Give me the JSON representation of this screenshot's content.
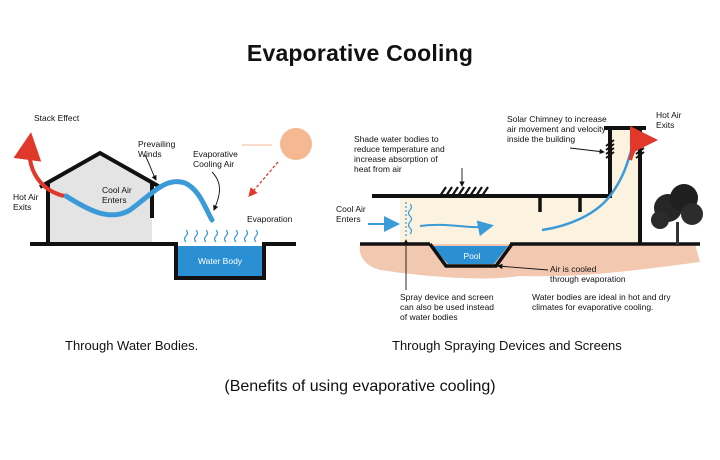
{
  "title": "Evaporative Cooling",
  "left": {
    "stack_effect": "Stack Effect",
    "hot_air_exits": [
      "Hot Air",
      "Exits"
    ],
    "cool_air_enters": [
      "Cool Air",
      "Enters"
    ],
    "prevailing_winds": [
      "Prevailing",
      "Winds"
    ],
    "evaporative_cooling_air": [
      "Evaporative",
      "Cooling Air"
    ],
    "evaporation": "Evaporation",
    "water_body": "Water Body",
    "caption": "Through Water Bodies."
  },
  "right": {
    "shade_note": [
      "Shade water bodies to",
      "reduce temperature and",
      "increase absorption of",
      "heat from air"
    ],
    "solar_chimney": [
      "Solar Chimney to increase",
      "air movement and velocity",
      "inside the building"
    ],
    "hot_air_exits": [
      "Hot Air",
      "Exits"
    ],
    "cool_air_enters": [
      "Cool Air",
      "Enters"
    ],
    "pool": "Pool",
    "air_cooled": [
      "Air is cooled",
      "through evaporation"
    ],
    "spray_note": [
      "Spray device and screen",
      "can also be used instead",
      "of water bodies"
    ],
    "water_bodies_note": [
      "Water bodies are ideal in hot and dry",
      "climates for evaporative cooling."
    ],
    "caption": "Through Spraying Devices and Screens"
  },
  "subtitle": "(Benefits of using evaporative cooling)",
  "colors": {
    "wind_blue": "#3b9ad8",
    "water_blue": "#2b8fd4",
    "hot_red": "#e0392b",
    "sun_peach": "#f5b891",
    "ground_tan": "#f2c9b0",
    "interior_cream": "#fbf3df"
  }
}
